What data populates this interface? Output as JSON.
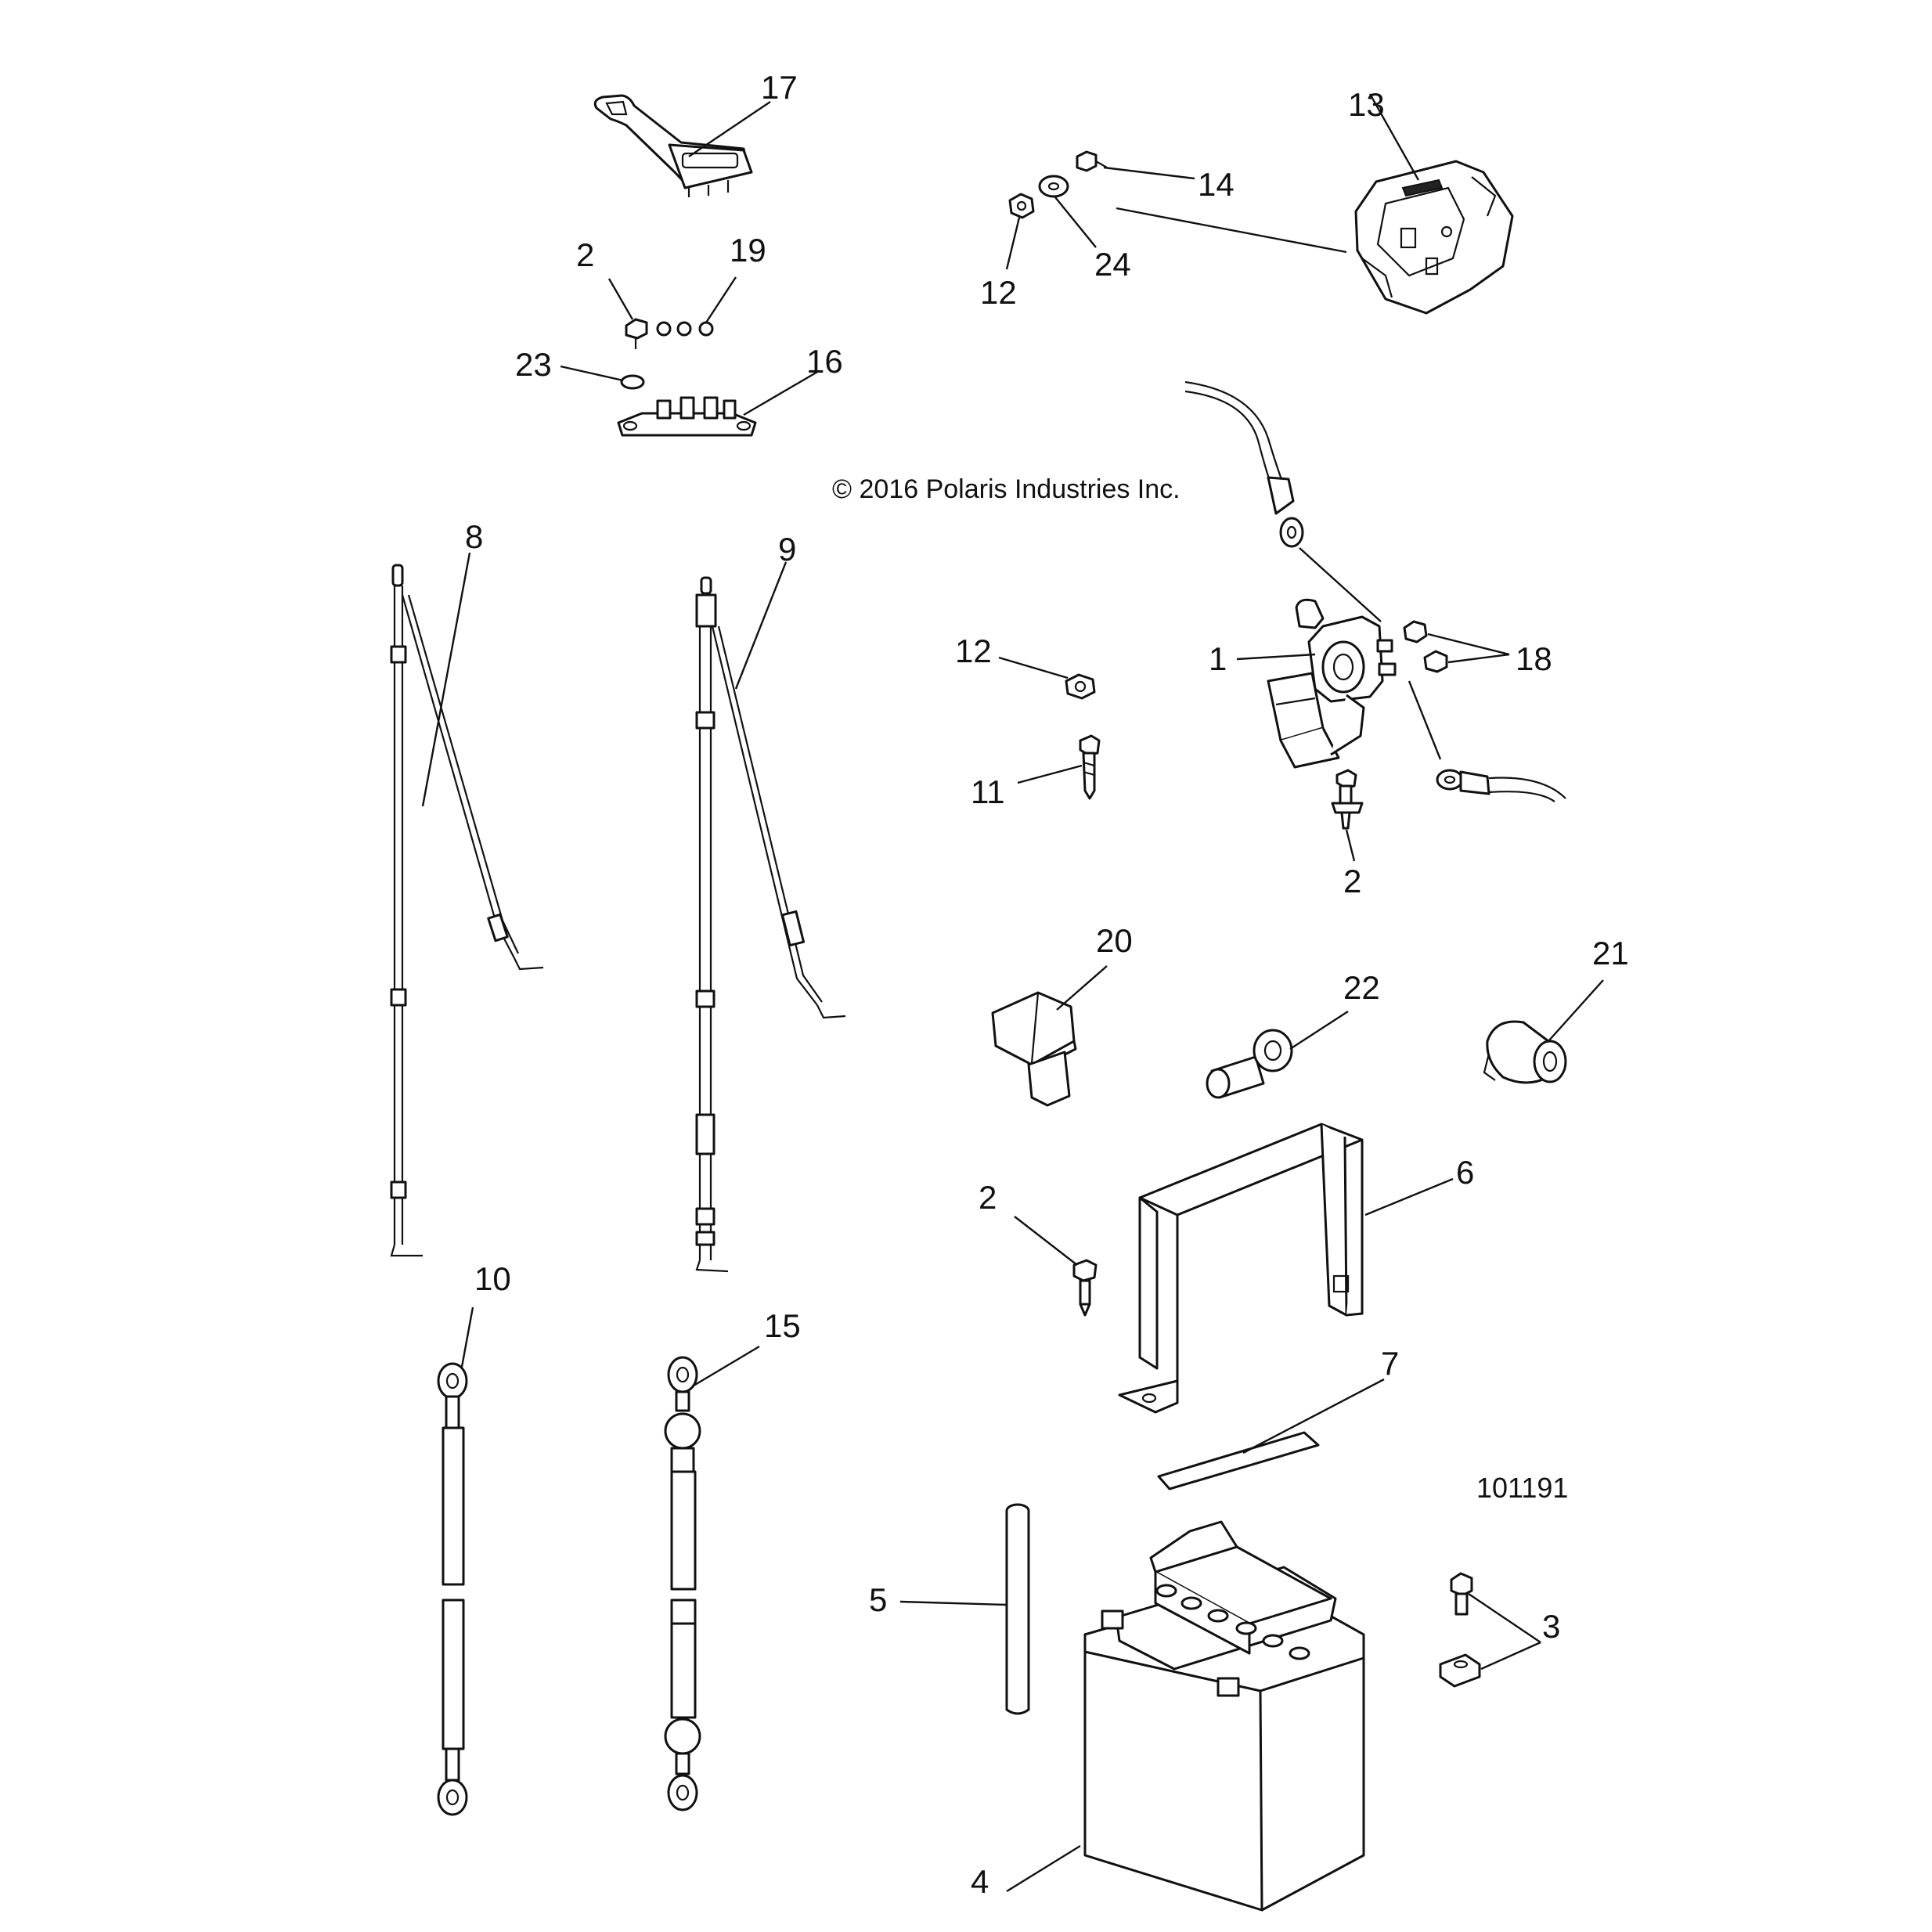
{
  "copyright": "© 2016 Polaris Industries Inc.",
  "reference_number": "101191",
  "callouts": {
    "c1": "1",
    "c2a": "2",
    "c2b": "2",
    "c2c": "2",
    "c3": "3",
    "c4": "4",
    "c5": "5",
    "c6": "6",
    "c7": "7",
    "c8": "8",
    "c9": "9",
    "c10": "10",
    "c11": "11",
    "c12a": "12",
    "c12b": "12",
    "c13": "13",
    "c14": "14",
    "c15": "15",
    "c16": "16",
    "c17": "17",
    "c18": "18",
    "c19": "19",
    "c20": "20",
    "c21": "21",
    "c22": "22",
    "c23": "23",
    "c24": "24"
  }
}
